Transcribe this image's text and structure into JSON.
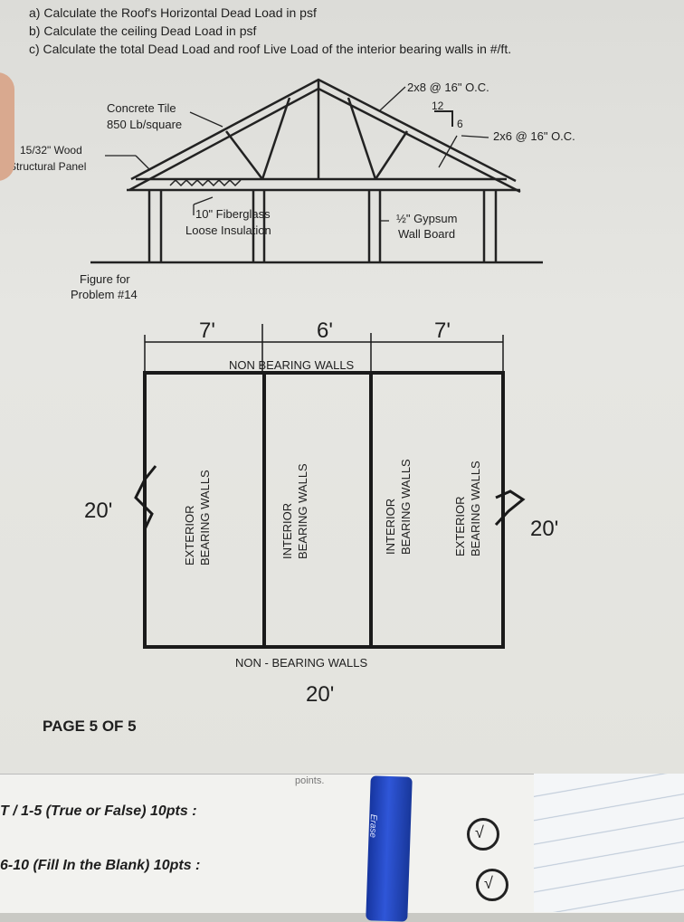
{
  "questions": {
    "a": "a) Calculate the Roof's Horizontal Dead Load in psf",
    "b": "b) Calculate the ceiling Dead Load in psf",
    "c": "c) Calculate the total Dead Load and roof Live Load of the interior bearing walls in #/ft."
  },
  "roof_diagram": {
    "rafter_label": "2x8 @ 16\" O.C.",
    "pitch_rise": "12",
    "pitch_run": "6",
    "stud_label": "2x6 @ 16\" O.C.",
    "tile_label_1": "Concrete Tile",
    "tile_label_2": "850 Lb/square",
    "panel_label_1": "15/32\" Wood",
    "panel_label_2": "Structural Panel",
    "insulation_label_1": "10\" Fiberglass",
    "insulation_label_2": "Loose Insulation",
    "gypsum_label_1": "½\" Gypsum",
    "gypsum_label_2": "Wall Board",
    "figure_label_1": "Figure for",
    "figure_label_2": "Problem #14"
  },
  "plan": {
    "dim_left": "7'",
    "dim_middle": "6'",
    "dim_right": "7'",
    "top_label": "NON BEARING WALLS",
    "bottom_label": "NON - BEARING WALLS",
    "bottom_dim": "20'",
    "left_dim": "20'",
    "right_dim": "20'",
    "wall1_line1": "EXTERIOR",
    "wall1_line2": "BEARING WALLS",
    "wall2_line1": "INTERIOR",
    "wall2_line2": "BEARING WALLS",
    "wall3_line1": "INTERIOR",
    "wall3_line2": "BEARING WALLS",
    "wall4_line1": "EXTERIOR",
    "wall4_line2": "BEARING WALLS"
  },
  "page_number": "PAGE 5 OF 5",
  "lower_sheet": {
    "points": "points.",
    "part1": "T / 1-5 (True or False) 10pts :",
    "part2": "6-10 (Fill In the Blank) 10pts :",
    "check_symbol": "√",
    "pen_text": "Erase"
  }
}
